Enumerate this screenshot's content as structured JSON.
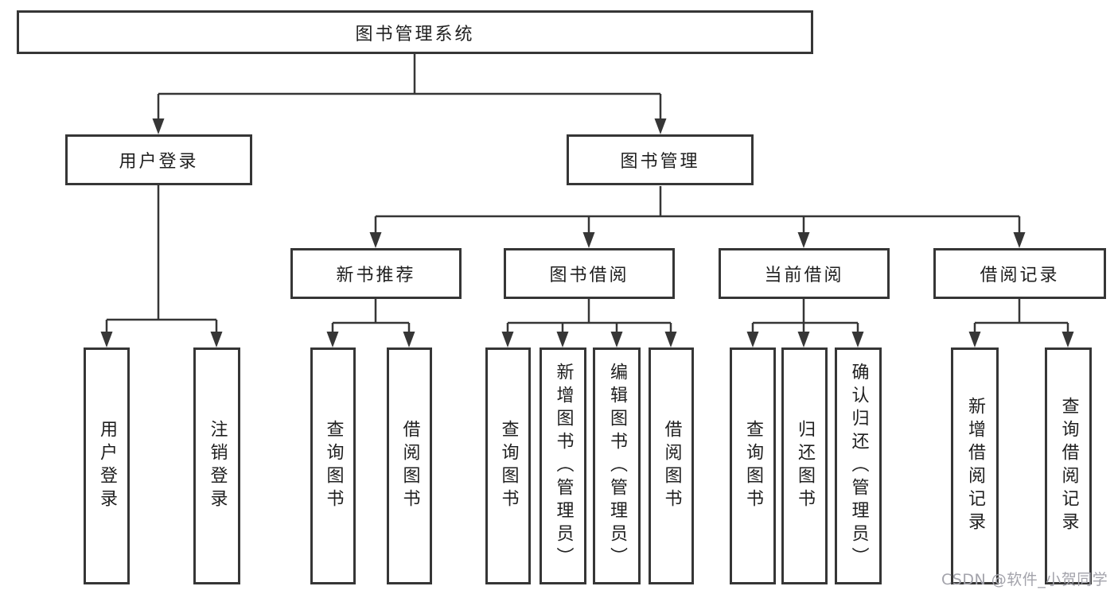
{
  "page": {
    "background": "#ffffff",
    "line_color": "#363636",
    "text_color": "#1f1f1f",
    "watermark_color": "#a3a3ab"
  },
  "diagram": {
    "type": "hierarchy-flowchart",
    "root": {
      "label": "图书管理系统"
    },
    "level2": [
      {
        "label": "用户登录"
      },
      {
        "label": "图书管理"
      }
    ],
    "level3": [
      {
        "label": "新书推荐"
      },
      {
        "label": "图书借阅"
      },
      {
        "label": "当前借阅"
      },
      {
        "label": "借阅记录"
      }
    ],
    "leaves": {
      "user_login": [
        {
          "label": "用户登录"
        },
        {
          "label": "注销登录"
        }
      ],
      "new_book": [
        {
          "label": "查询图书"
        },
        {
          "label": "借阅图书"
        }
      ],
      "book_borrow": [
        {
          "label": "查询图书"
        },
        {
          "label": "新增图书（管理员）"
        },
        {
          "label": "编辑图书（管理员）"
        },
        {
          "label": "借阅图书"
        }
      ],
      "current_borrow": [
        {
          "label": "查询图书"
        },
        {
          "label": "归还图书"
        },
        {
          "label": "确认归还（管理员）"
        }
      ],
      "borrow_records": [
        {
          "label": "新增借阅记录"
        },
        {
          "label": "查询借阅记录"
        }
      ]
    }
  },
  "watermark": {
    "text": "CSDN @软件_小贺同学"
  }
}
